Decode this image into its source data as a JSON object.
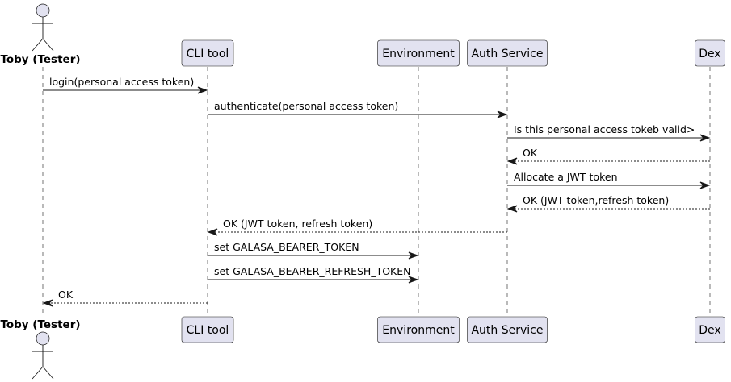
{
  "diagram": {
    "type": "sequence",
    "participants": [
      {
        "id": "toby",
        "label": "Toby (Tester)",
        "kind": "actor"
      },
      {
        "id": "cli",
        "label": "CLI tool",
        "kind": "participant"
      },
      {
        "id": "env",
        "label": "Environment",
        "kind": "participant"
      },
      {
        "id": "auth",
        "label": "Auth Service",
        "kind": "participant"
      },
      {
        "id": "dex",
        "label": "Dex",
        "kind": "participant"
      }
    ],
    "messages": [
      {
        "from": "toby",
        "to": "cli",
        "label": "login(personal access token)",
        "style": "solid"
      },
      {
        "from": "cli",
        "to": "auth",
        "label": "authenticate(personal access token)",
        "style": "solid"
      },
      {
        "from": "auth",
        "to": "dex",
        "label": "Is this personal access tokeb valid>",
        "style": "solid"
      },
      {
        "from": "dex",
        "to": "auth",
        "label": "OK",
        "style": "dashed"
      },
      {
        "from": "auth",
        "to": "dex",
        "label": "Allocate a JWT token",
        "style": "solid"
      },
      {
        "from": "dex",
        "to": "auth",
        "label": "OK (JWT token,refresh token)",
        "style": "dashed"
      },
      {
        "from": "auth",
        "to": "cli",
        "label": "OK (JWT token, refresh token)",
        "style": "dashed"
      },
      {
        "from": "cli",
        "to": "env",
        "label": "set GALASA_BEARER_TOKEN",
        "style": "solid"
      },
      {
        "from": "cli",
        "to": "env",
        "label": "set GALASA_BEARER_REFRESH_TOKEN",
        "style": "solid"
      },
      {
        "from": "cli",
        "to": "toby",
        "label": "OK",
        "style": "dashed"
      }
    ]
  }
}
